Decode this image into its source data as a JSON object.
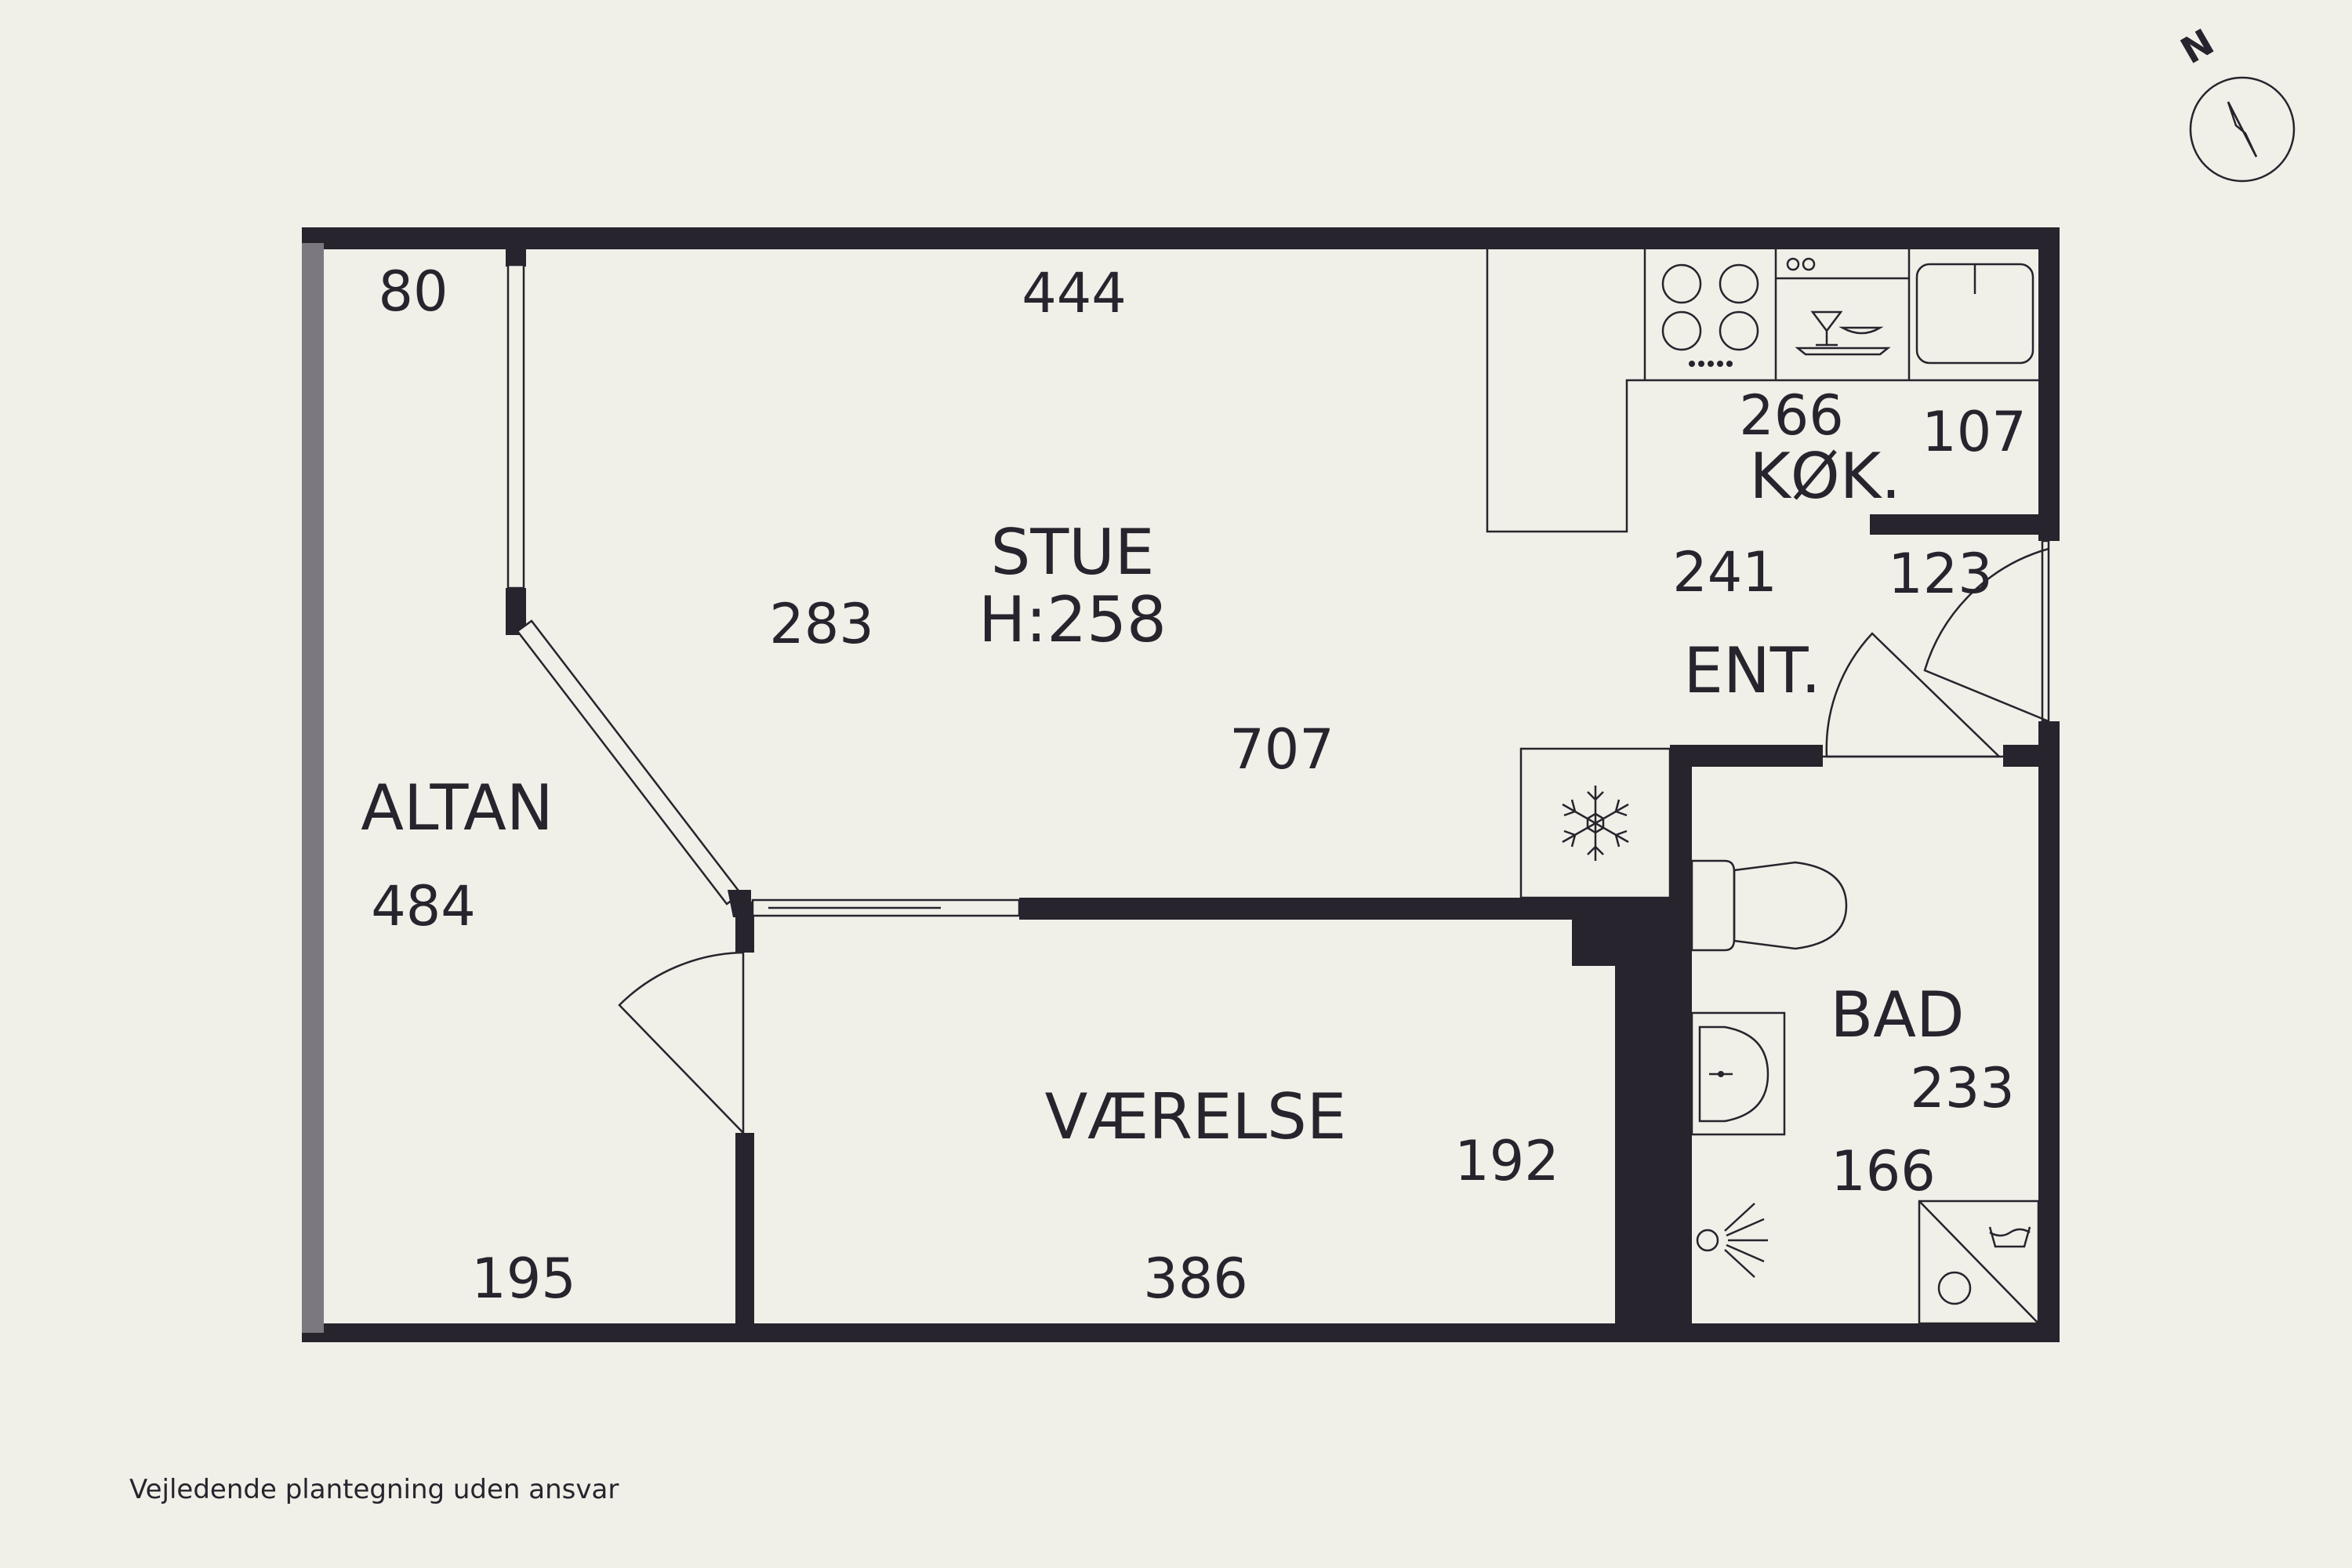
{
  "rooms": {
    "stue": {
      "name": "STUE",
      "height": "H:258"
    },
    "altan": {
      "name": "ALTAN"
    },
    "koekken": {
      "name": "KØK."
    },
    "entre": {
      "name": "ENT."
    },
    "vaerelse": {
      "name": "VÆRELSE"
    },
    "bad": {
      "name": "BAD"
    }
  },
  "dimensions": {
    "altan_top": "80",
    "stue_top": "444",
    "koekken_width": "266",
    "koekken_depth": "107",
    "stue_depth": "283",
    "entre_width": "241",
    "entre_depth": "123",
    "stue_length": "707",
    "altan_length": "484",
    "altan_bottom": "195",
    "vaerelse_width": "386",
    "vaerelse_depth": "192",
    "bad_length": "233",
    "bad_width": "166"
  },
  "compass": {
    "north_letter": "N"
  },
  "disclaimer": "Vejledende plantegning uden ansvar",
  "colors": {
    "background": "#F0EFE8",
    "walls": "#27242D",
    "balcony_edge": "#7C7880"
  }
}
